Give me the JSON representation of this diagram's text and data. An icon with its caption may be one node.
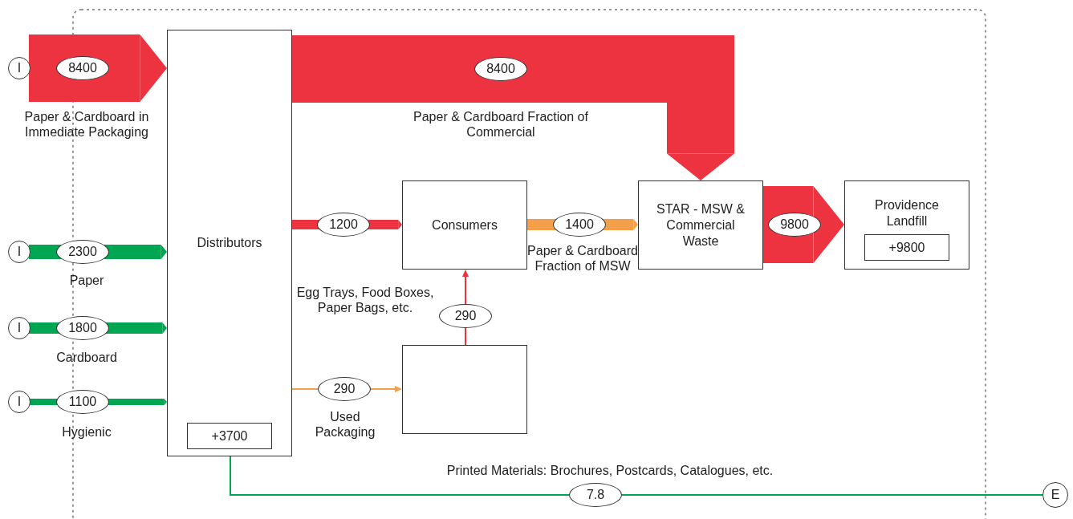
{
  "diagram": {
    "nodes": [
      {
        "text": [
          "I"
        ]
      },
      {
        "text": [
          "I"
        ]
      },
      {
        "text": [
          "I"
        ]
      },
      {
        "text": [
          "I"
        ]
      },
      {
        "text": [
          "Distributors"
        ]
      },
      {
        "text": [
          "+3700"
        ],
        "in": 4
      },
      {
        "text": [
          "Consumers"
        ]
      },
      {
        "text": [
          "STAR - MSW & Commercial Waste"
        ]
      },
      {
        "text": [
          "Providence Landfill"
        ]
      },
      {
        "text": [
          "+9800"
        ],
        "in": 8
      },
      {
        "text": [],
        "shape": "box"
      },
      {
        "text": [
          "E"
        ]
      }
    ],
    "edges": [
      {
        "from": 0,
        "to": 4,
        "arrow": "to",
        "label": "8400",
        "style": "thick"
      },
      {
        "from": 4,
        "to": 7,
        "arrow": "to",
        "label": "8400",
        "style": "thick"
      },
      {
        "from": 1,
        "to": 4,
        "arrow": "to",
        "label": "2300",
        "color": "#00a651"
      },
      {
        "from": 2,
        "to": 4,
        "arrow": "to",
        "label": "1800",
        "color": "#00a651"
      },
      {
        "from": 3,
        "to": 4,
        "arrow": "to",
        "label": "1100",
        "color": "#00a651"
      },
      {
        "from": 4,
        "to": 6,
        "arrow": "to",
        "label": "1200"
      },
      {
        "from": 6,
        "to": 7,
        "arrow": "to",
        "label": "1400",
        "color": "#f4a04a"
      },
      {
        "from": 7,
        "to": 8,
        "arrow": "to",
        "label": "9800",
        "style": "thick"
      },
      {
        "from": 10,
        "to": 6,
        "arrow": "to",
        "label": "290"
      },
      {
        "from": 4,
        "to": 10,
        "arrow": "to",
        "label": "290",
        "color": "#f4a04a"
      },
      {
        "from": 4,
        "to": 11,
        "arrow": "none",
        "label": "7.8",
        "color": "#00a651"
      }
    ],
    "labels": [
      "Paper & Cardboard in Immediate Packaging",
      "Paper & Cardboard Fraction of Commercial",
      "Paper",
      "Paper & Cardboard Fraction of MSW",
      "Egg Trays, Food Boxes, Paper Bags, etc.",
      "Cardboard",
      "Used Packaging",
      "Hygienic",
      "Printed Materials: Brochures, Postcards, Catalogues, etc."
    ]
  }
}
